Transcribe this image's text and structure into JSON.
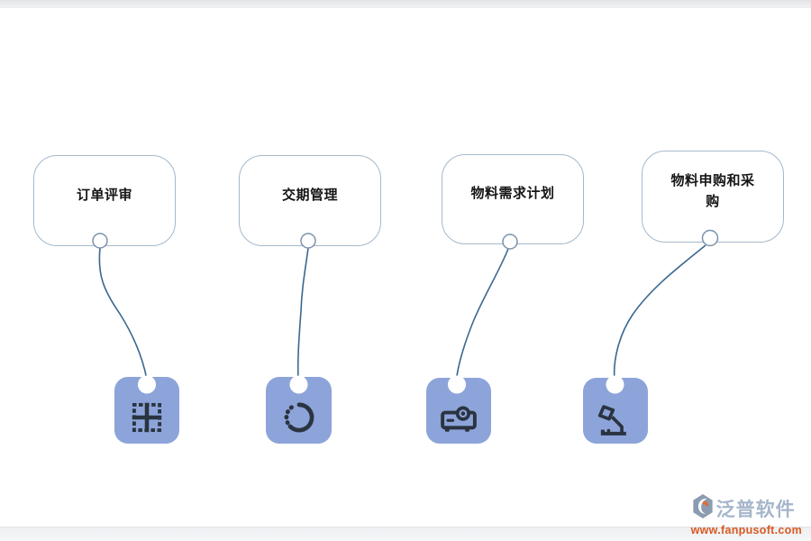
{
  "page": {
    "background": "#ffffff",
    "top_bar_color": "#e9eaec",
    "bottom_bar_color": "#f1f3f6"
  },
  "diagram": {
    "type": "flow-diagram",
    "nodes": [
      {
        "label": "订单评审",
        "icon": "grid-borders-icon"
      },
      {
        "label": "交期管理",
        "icon": "dashed-circle-icon"
      },
      {
        "label": "物料需求计划",
        "icon": "projector-icon"
      },
      {
        "label": "物料申购和采购",
        "icon": "desk-lamp-icon"
      }
    ],
    "colors": {
      "box_border": "#a4b9cc",
      "connector_line": "#3a6890",
      "connector_circle_stroke": "#7b93ad",
      "icon_tile_fill": "#8ca4d9",
      "icon_glyph": "#2a3340"
    }
  },
  "watermark": {
    "brand": "泛普软件",
    "url": "www.fanpusoft.com",
    "brand_color": "#a6b6cb",
    "url_color": "#d95a22"
  }
}
